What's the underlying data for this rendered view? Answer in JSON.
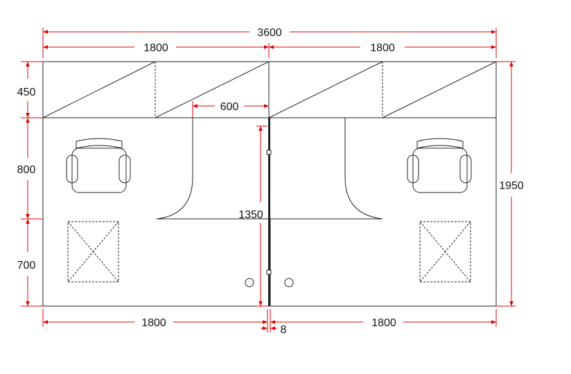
{
  "colors": {
    "dimension_line": "#e00000",
    "outline": "#222222",
    "background": "#ffffff"
  },
  "dimensions": {
    "overall_width": "3600",
    "top_left_width": "1800",
    "top_right_width": "1800",
    "cabinet_depth": "450",
    "aisle_depth": "800",
    "desk_depth": "700",
    "return_width": "600",
    "partition_length": "1350",
    "overall_depth": "1950",
    "bottom_left_width": "1800",
    "bottom_right_width": "1800",
    "partition_thickness": "8"
  }
}
